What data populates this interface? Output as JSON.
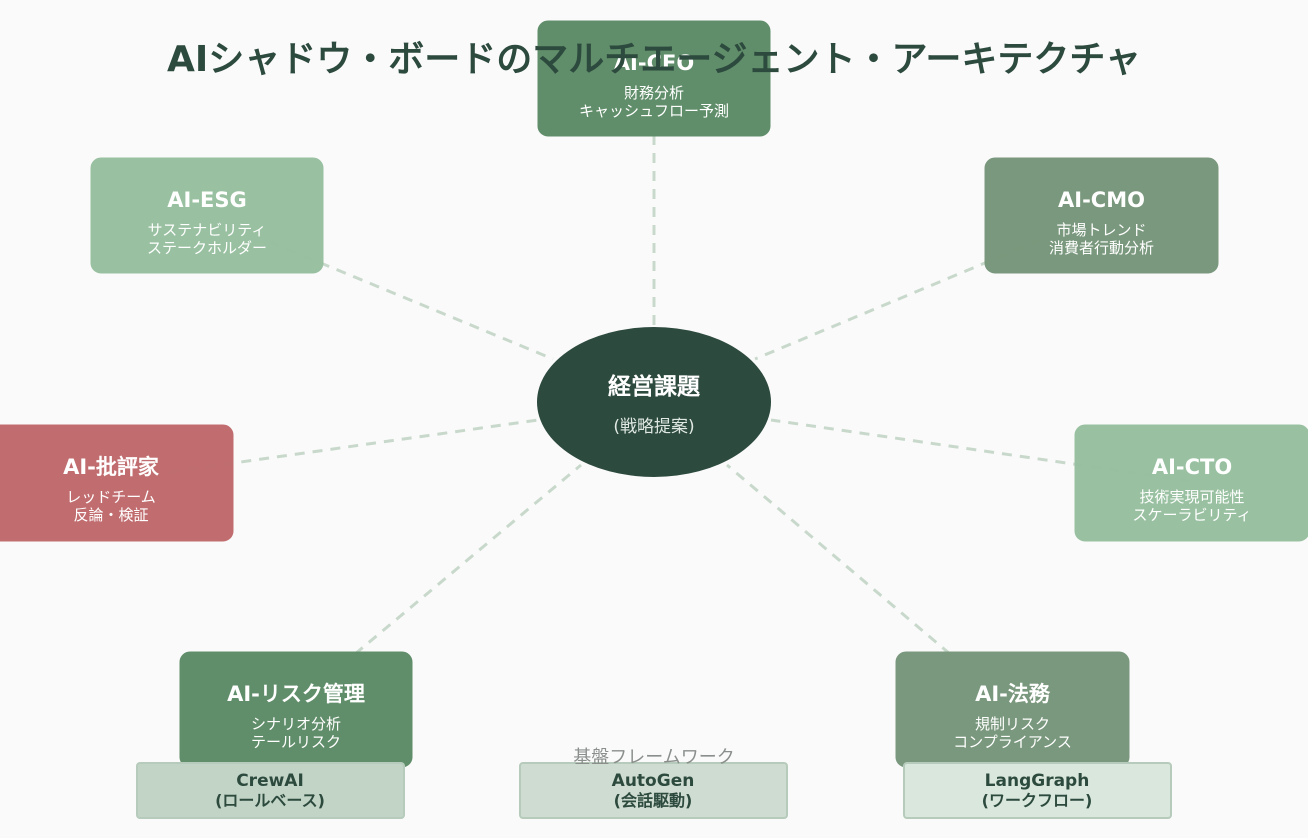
{
  "title": "AIシャドウ・ボードのマルチエージェント・アーキテクチャ",
  "center": {
    "title": "経営課題",
    "subtitle": "(戦略提案)"
  },
  "agents": [
    {
      "id": "cfo",
      "title": "AI-CFO",
      "lines": [
        "財務分析",
        "キャッシュフロー予測"
      ],
      "color": "#5e8c68"
    },
    {
      "id": "cmo",
      "title": "AI-CMO",
      "lines": [
        "市場トレンド",
        "消費者行動分析"
      ],
      "color": "#78977b"
    },
    {
      "id": "cto",
      "title": "AI-CTO",
      "lines": [
        "技術実現可能性",
        "スケーラビリティ"
      ],
      "color": "#98c0a0"
    },
    {
      "id": "legal",
      "title": "AI-法務",
      "lines": [
        "規制リスク",
        "コンプライアンス"
      ],
      "color": "#78977b"
    },
    {
      "id": "risk",
      "title": "AI-リスク管理",
      "lines": [
        "シナリオ分析",
        "テールリスク"
      ],
      "color": "#5e8c68"
    },
    {
      "id": "critic",
      "title": "AI-批評家",
      "lines": [
        "レッドチーム",
        "反論・検証"
      ],
      "color": "#c06b6e"
    },
    {
      "id": "esg",
      "title": "AI-ESG",
      "lines": [
        "サステナビリティ",
        "ステークホルダー"
      ],
      "color": "#98c0a0"
    }
  ],
  "frameworks": {
    "heading": "基盤フレームワーク",
    "items": [
      {
        "name": "CrewAI",
        "sub": "(ロールベース)",
        "color": "#c1d4c5"
      },
      {
        "name": "AutoGen",
        "sub": "(会話駆動)",
        "color": "#cfdcd2"
      },
      {
        "name": "LangGraph",
        "sub": "(ワークフロー)",
        "color": "#d9e7dc"
      }
    ]
  },
  "colors": {
    "center": "#2d4a3e",
    "spoke": "#c8d9cc",
    "title": "#2d4a3e"
  }
}
